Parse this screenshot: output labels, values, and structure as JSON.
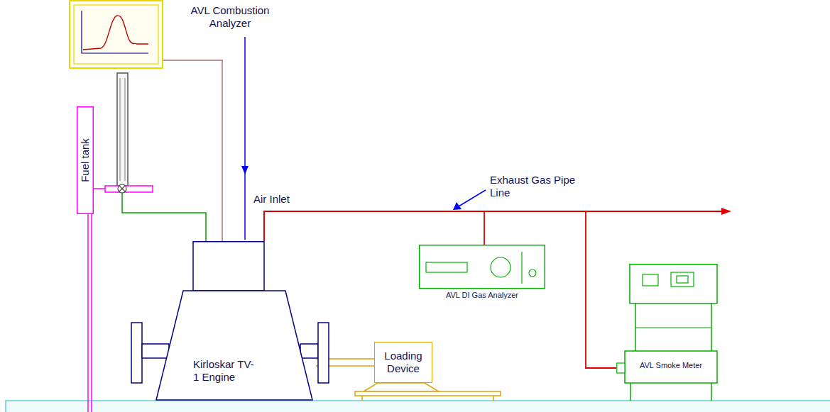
{
  "diagram": {
    "nodes": [
      {
        "text": [
          "AVL Combustion Analyzer"
        ]
      },
      {
        "text": [
          "Fuel tank"
        ]
      },
      {
        "text": [
          "Kirloskar TV-1 Engine"
        ]
      },
      {
        "text": [
          "Loading Device"
        ]
      },
      {
        "text": [
          "AVL DI Gas Analyzer"
        ]
      },
      {
        "text": [
          "AVL Smoke Meter"
        ]
      }
    ],
    "edges": [
      {
        "from": 0,
        "to": 2,
        "arrow": "none"
      },
      {
        "from": 1,
        "to": 2,
        "arrow": "none"
      },
      {
        "from": 2,
        "to": 3,
        "arrow": "none"
      },
      {
        "from": 2,
        "to": 4,
        "arrow": "none"
      },
      {
        "from": 2,
        "to": 5,
        "arrow": "none"
      }
    ],
    "labels": [
      "Air Inlet",
      "Exhaust Gas Pipe Line"
    ]
  }
}
